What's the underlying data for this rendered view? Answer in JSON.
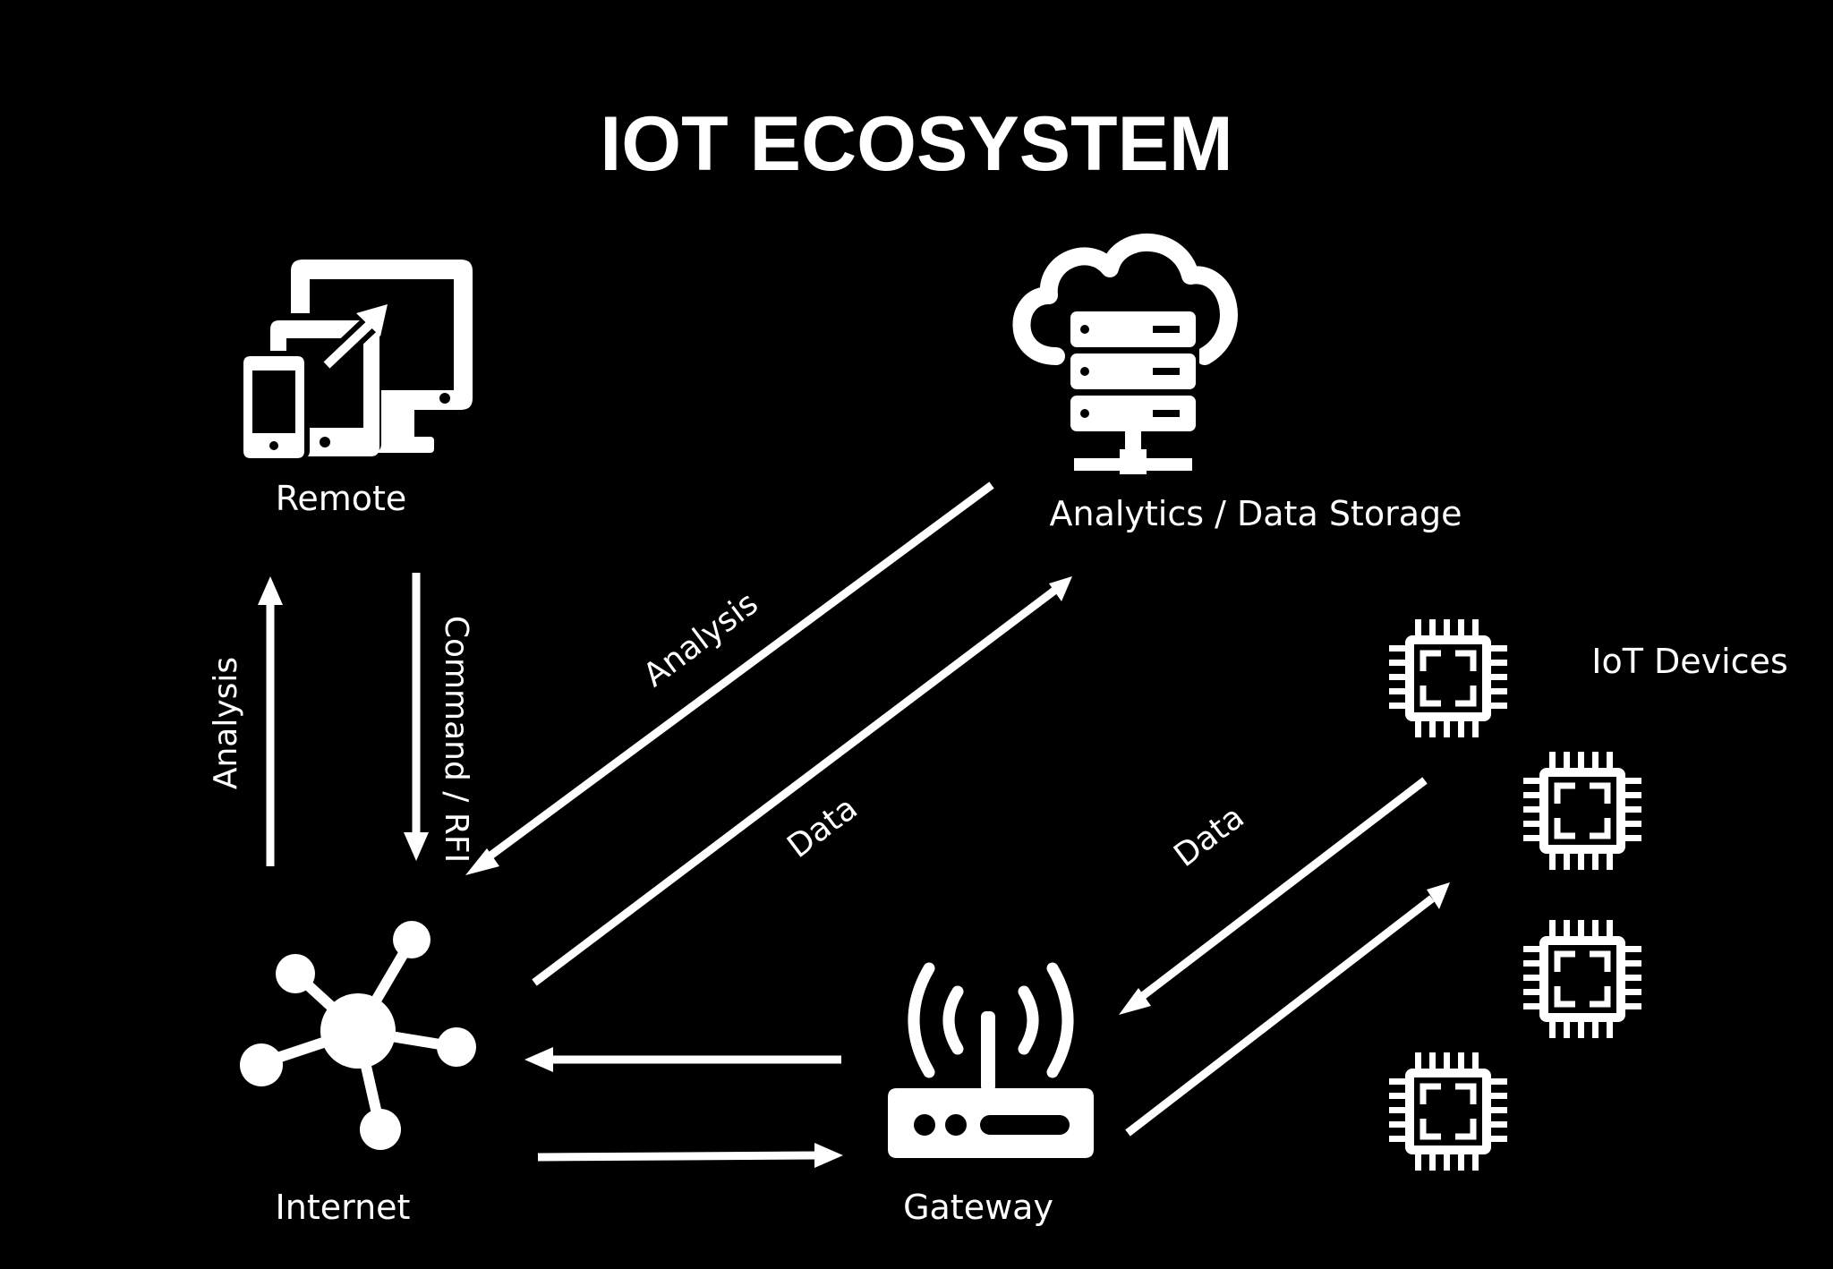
{
  "title": "IOT ECOSYSTEM",
  "nodes": {
    "remote": {
      "label": "Remote",
      "icon": "devices-icon"
    },
    "analytics": {
      "label": "Analytics / Data Storage",
      "icon": "cloud-server-icon"
    },
    "internet": {
      "label": "Internet",
      "icon": "network-hub-icon"
    },
    "gateway": {
      "label": "Gateway",
      "icon": "wifi-router-icon"
    },
    "iot_devices": {
      "label": "IoT Devices",
      "icon": "chip-icon"
    }
  },
  "edge_labels": {
    "internet_to_remote": "Analysis",
    "remote_to_internet": "Command / RFI",
    "analytics_to_internet": "Analysis",
    "internet_to_analytics": "Data",
    "devices_to_gateway": "Data"
  },
  "colors": {
    "background": "#000000",
    "foreground": "#ffffff"
  }
}
